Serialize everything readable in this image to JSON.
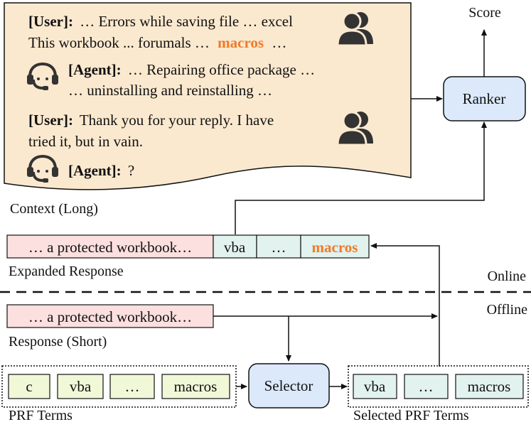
{
  "context": {
    "turns": [
      {
        "speaker": "[User]:",
        "lines": [
          "… Errors while saving file … excel",
          "This workbook ... forumals …",
          "macros",
          "…"
        ]
      },
      {
        "speaker": "[Agent]:",
        "lines": [
          "… Repairing office package …",
          "… uninstalling and reinstalling …"
        ]
      },
      {
        "speaker": "[User]:",
        "lines": [
          "Thank you for your reply. I have",
          "tried it, but in vain."
        ]
      },
      {
        "speaker": "[Agent]:",
        "lines": [
          "?"
        ]
      }
    ],
    "caption": "Context (Long)"
  },
  "ranker": {
    "label": "Ranker",
    "output": "Score"
  },
  "expanded": {
    "response": "… a protected workbook…",
    "terms": [
      "vba",
      "…",
      "macros"
    ],
    "caption": "Expanded Response"
  },
  "divider": {
    "online": "Online",
    "offline": "Offline"
  },
  "short": {
    "response": "… a protected workbook…",
    "caption": "Response (Short)"
  },
  "prf": {
    "terms": [
      "c",
      "vba",
      "…",
      "macros"
    ],
    "caption": "PRF Terms"
  },
  "selector": {
    "label": "Selector"
  },
  "selected": {
    "terms": [
      "vba",
      "…",
      "macros"
    ],
    "caption": "Selected PRF Terms"
  },
  "colors": {
    "context_fill": "#fbe9cf",
    "response_fill": "#fbe0df",
    "term_fill": "#e2f2ee",
    "prf_fill": "#f1f8d8",
    "box_fill": "#dbe9fa",
    "highlight": "#f07a2a"
  }
}
